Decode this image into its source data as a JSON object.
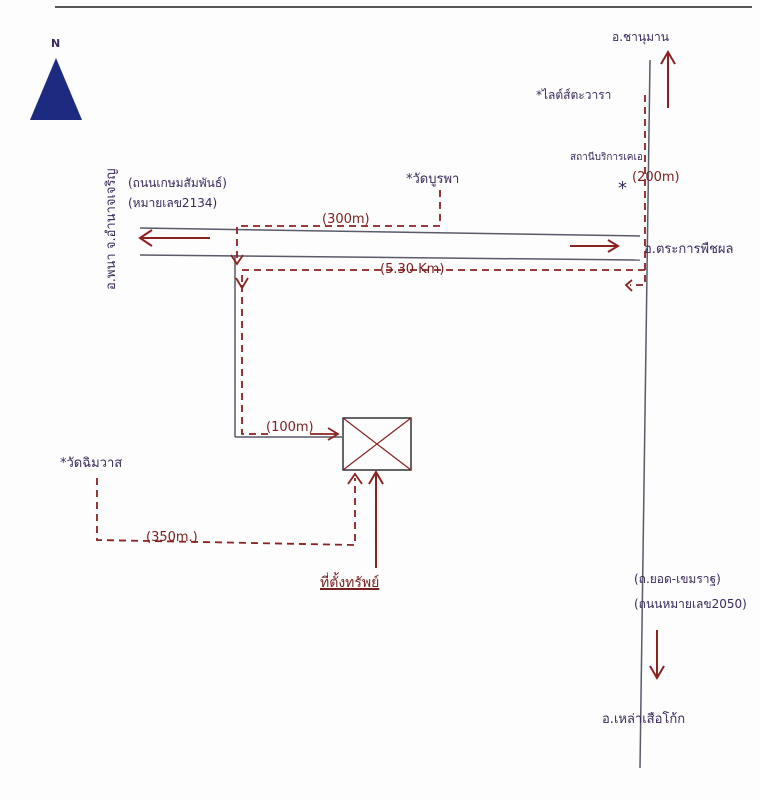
{
  "north": {
    "label": "N"
  },
  "roads": {
    "west_town": "อ.พนา จ.อำนาจเจริญ",
    "hwy_212_name": "(ถนนเกษมสัมพันธ์)",
    "hwy_212_number": "(หมายเลข2134)",
    "east_town": "อ.ชานุมาน",
    "junction_town": "อ.ตระการพืชผล",
    "south_town": "อ.เหล่าเสือโก้ก",
    "hwy_2050_name": "(ถ.ยอด-เขมราฐ)",
    "hwy_2050_number": "(ถนนหมายเลข2050)"
  },
  "landmarks": {
    "temple_north": "*วัดบูรพา",
    "lights": "*ไลต์ส์ตะวารา",
    "gas_station": "สถานีบริการเคเอ",
    "temple_west": "*วัดฉิมวาส",
    "star": "*"
  },
  "distances": {
    "d300": "(300m)",
    "d200": "(200m)",
    "d5_30km": "(5.30 Km)",
    "d100": "(100m)",
    "d350": "(350m.)"
  },
  "site": {
    "label": "ที่ตั้งทรัพย์"
  },
  "colors": {
    "road": "#5a5a6a",
    "route": "#8b2222",
    "north_arrow": "#1c2a80"
  }
}
